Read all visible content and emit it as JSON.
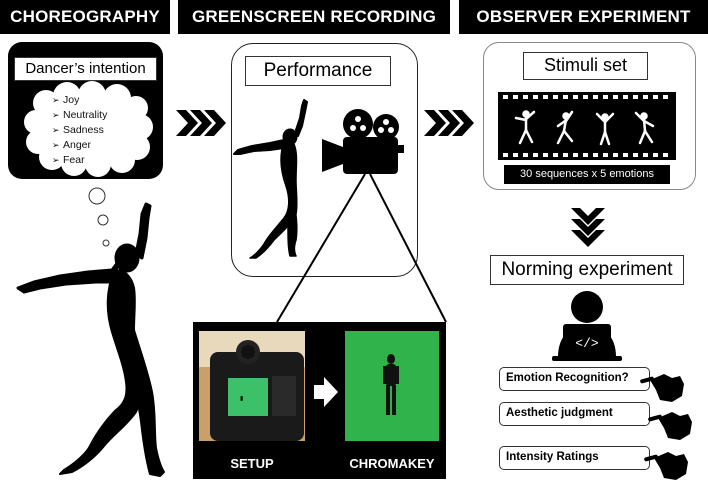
{
  "headers": {
    "choreography": "CHOREOGRAPHY",
    "greenscreen": "GREENSCREEN RECORDING",
    "observer": "OBSERVER EXPERIMENT"
  },
  "choreography": {
    "intention_title": "Dancer’s intention",
    "emotions": [
      "Joy",
      "Neutrality",
      "Sadness",
      "Anger",
      "Fear"
    ]
  },
  "recording": {
    "performance_label": "Performance",
    "setup_label": "SETUP",
    "chromakey_label": "CHROMAKEY"
  },
  "observer": {
    "stimuli_title": "Stimuli set",
    "stimuli_caption": "30 sequences x 5 emotions",
    "norming_title": "Norming experiment",
    "tasks": [
      "Emotion Recognition?",
      "Aesthetic judgment",
      "Intensity Ratings"
    ]
  },
  "colors": {
    "header_bg": "#000000",
    "green_screen": "#2fb34a",
    "camera_screen": "#3cc06a"
  }
}
